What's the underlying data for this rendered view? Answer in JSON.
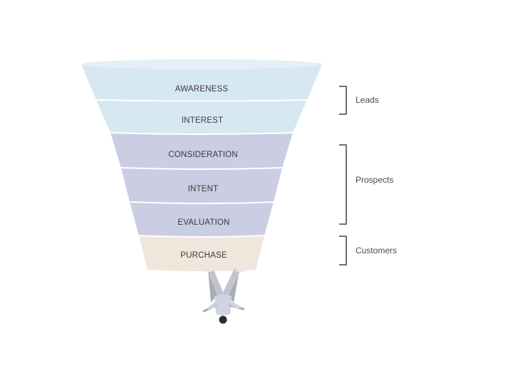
{
  "colors": {
    "leads_fill": "#d6e8f1",
    "leads_rim": "#e4f0f6",
    "prospects_fill": "#cbcde2",
    "customers_fill": "#f0e6dc",
    "separator": "#ffffff",
    "bracket": "#707070",
    "text": "#3a3a3a"
  },
  "stages": [
    {
      "label": "AWARENESS",
      "group": "leads"
    },
    {
      "label": "INTEREST",
      "group": "leads"
    },
    {
      "label": "CONSIDERATION",
      "group": "prospects"
    },
    {
      "label": "INTENT",
      "group": "prospects"
    },
    {
      "label": "EVALUATION",
      "group": "prospects"
    },
    {
      "label": "PURCHASE",
      "group": "customers"
    }
  ],
  "groups": {
    "leads": {
      "label": "Leads"
    },
    "prospects": {
      "label": "Prospects"
    },
    "customers": {
      "label": "Customers"
    }
  }
}
